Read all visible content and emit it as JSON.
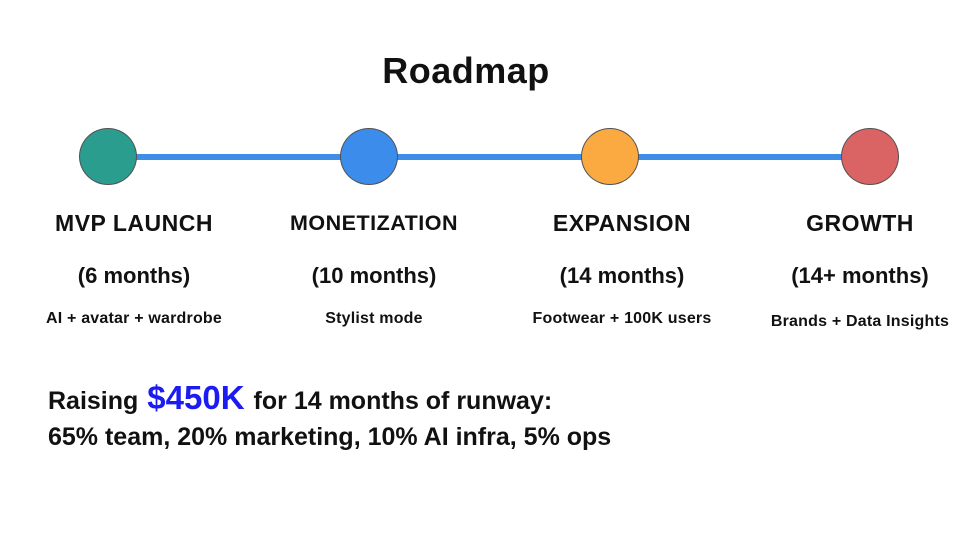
{
  "slide": {
    "title": "Roadmap"
  },
  "timeline": {
    "line_color": "#3e8ee8",
    "milestones": [
      {
        "name": "MVP LAUNCH",
        "duration": "(6 months)",
        "detail": "AI + avatar + wardrobe",
        "dot_color": "#2a9d8f"
      },
      {
        "name": "MONETIZATION",
        "duration": "(10 months)",
        "detail": "Stylist mode",
        "dot_color": "#3b8ceb"
      },
      {
        "name": "EXPANSION",
        "duration": "(14 months)",
        "detail": "Footwear + 100K users",
        "dot_color": "#fbaa41"
      },
      {
        "name": "GROWTH",
        "duration": "(14+ months)",
        "detail": "Brands + Data Insights",
        "dot_color": "#da6363"
      }
    ]
  },
  "funding": {
    "line1_prefix": "Raising",
    "amount": "$450K",
    "amount_color": "#1b1bf2",
    "line1_suffix": "for 14 months of runway:",
    "line2": "65% team, 20% marketing, 10% AI infra, 5% ops"
  }
}
